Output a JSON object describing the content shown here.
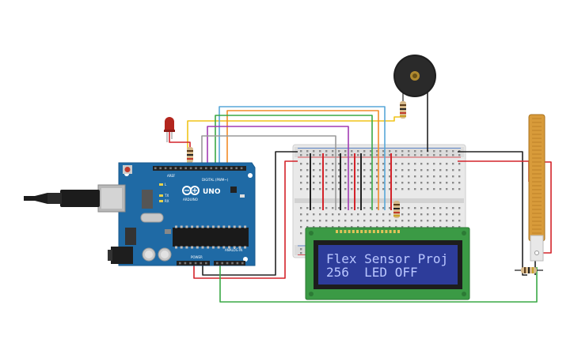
{
  "arduino": {
    "brand": "ARDUINO",
    "model": "UNO",
    "digital_label": "DIGITAL (PWM~)",
    "power_label": "POWER",
    "analog_label": "ANALOG IN",
    "tx_label": "TX",
    "rx_label": "RX",
    "aref_label": "AREF",
    "l_label": "L"
  },
  "lcd": {
    "line1": "Flex Sensor Proj",
    "line2": "256  LED OFF"
  },
  "colors": {
    "board": "#1f6aa5",
    "lcd_frame": "#3b9a45",
    "lcd_screen": "#2d3c9a",
    "lcd_text": "#b9c6ff",
    "wire_red": "#d3232a",
    "wire_black": "#222222",
    "wire_green": "#3aa845",
    "wire_yellow": "#f0c419",
    "wire_orange": "#f28c28",
    "wire_blue": "#58a7d8",
    "wire_purple": "#a23bb3",
    "wire_gray": "#9a9a9a"
  },
  "icons": [
    "usb-connector-icon",
    "infinity-logo-icon",
    "buzzer-icon",
    "flex-sensor-icon",
    "led-icon"
  ]
}
